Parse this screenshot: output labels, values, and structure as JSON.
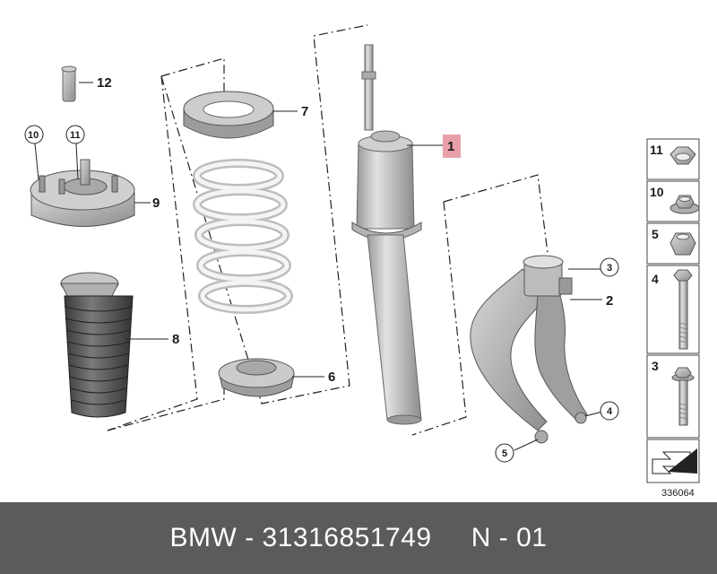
{
  "callouts": {
    "c1": "1",
    "c2": "2",
    "c3": "3",
    "c4": "4",
    "c5": "5",
    "c6": "6",
    "c7": "7",
    "c8": "8",
    "c9": "9",
    "c10": "10",
    "c11": "11",
    "c12": "12"
  },
  "side_panel": {
    "items": [
      {
        "label": "11",
        "icon": "flange-nut-icon"
      },
      {
        "label": "10",
        "icon": "washer-nut-icon"
      },
      {
        "label": "5",
        "icon": "hex-nut-icon"
      },
      {
        "label": "4",
        "icon": "long-bolt-icon"
      },
      {
        "label": "3",
        "icon": "short-bolt-icon"
      }
    ],
    "arrow_icon": "direction-arrow-icon"
  },
  "diagram_code": "336064",
  "footer": {
    "brand": "BMW",
    "sep1": " - ",
    "part_number": "31316851749",
    "gap": "     ",
    "position_code": "N - 01"
  },
  "colors": {
    "highlight": "#e8a0a8",
    "footer_bg": "#5b5b5b",
    "part_gray": "#c8c8c8"
  }
}
